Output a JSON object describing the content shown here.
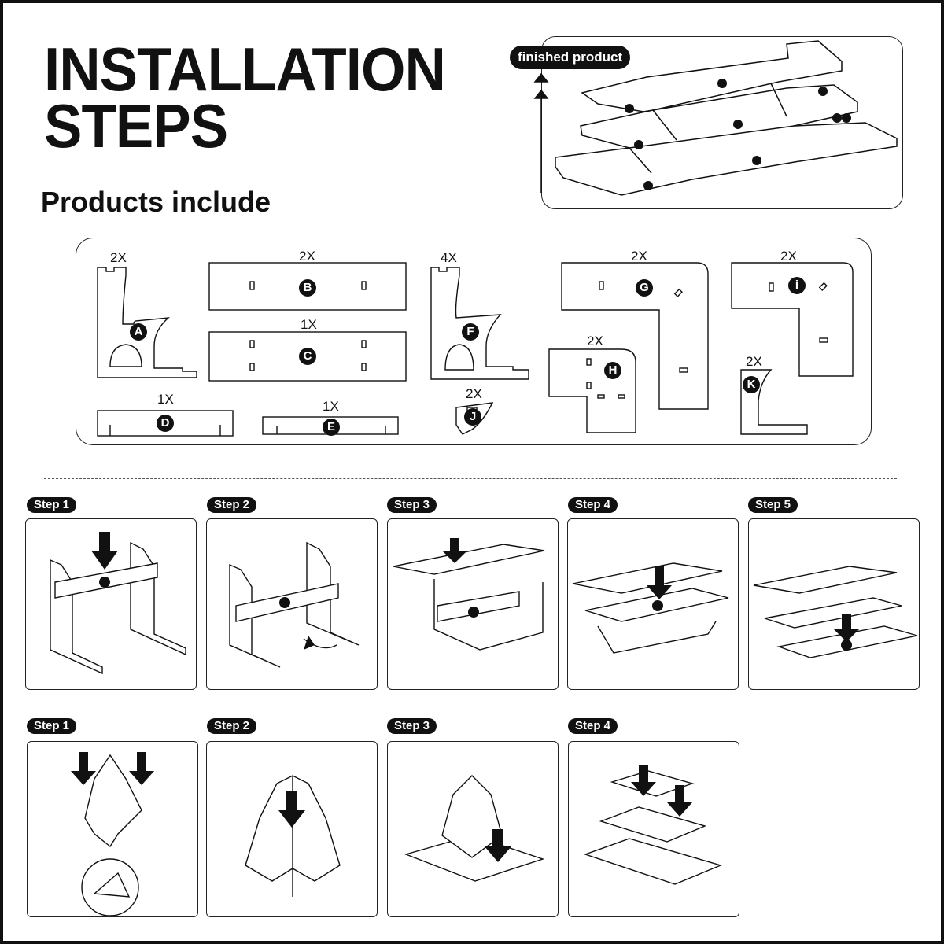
{
  "header": {
    "title_line1": "INSTALLATION",
    "title_line2": "STEPS",
    "subtitle": "Products include"
  },
  "finished": {
    "label": "finished product"
  },
  "parts": [
    {
      "qty": "2X",
      "letter": "A"
    },
    {
      "qty": "2X",
      "letter": "B"
    },
    {
      "qty": "1X",
      "letter": "C"
    },
    {
      "qty": "1X",
      "letter": "D"
    },
    {
      "qty": "1X",
      "letter": "E"
    },
    {
      "qty": "4X",
      "letter": "F"
    },
    {
      "qty": "2X",
      "letter": "J"
    },
    {
      "qty": "2X",
      "letter": "G"
    },
    {
      "qty": "2X",
      "letter": "H"
    },
    {
      "qty": "2X",
      "letter": "i"
    },
    {
      "qty": "2X",
      "letter": "K"
    }
  ],
  "section1": {
    "steps": [
      "Step 1",
      "Step 2",
      "Step 3",
      "Step 4",
      "Step 5"
    ]
  },
  "section2": {
    "steps": [
      "Step 1",
      "Step 2",
      "Step 3",
      "Step 4"
    ]
  }
}
